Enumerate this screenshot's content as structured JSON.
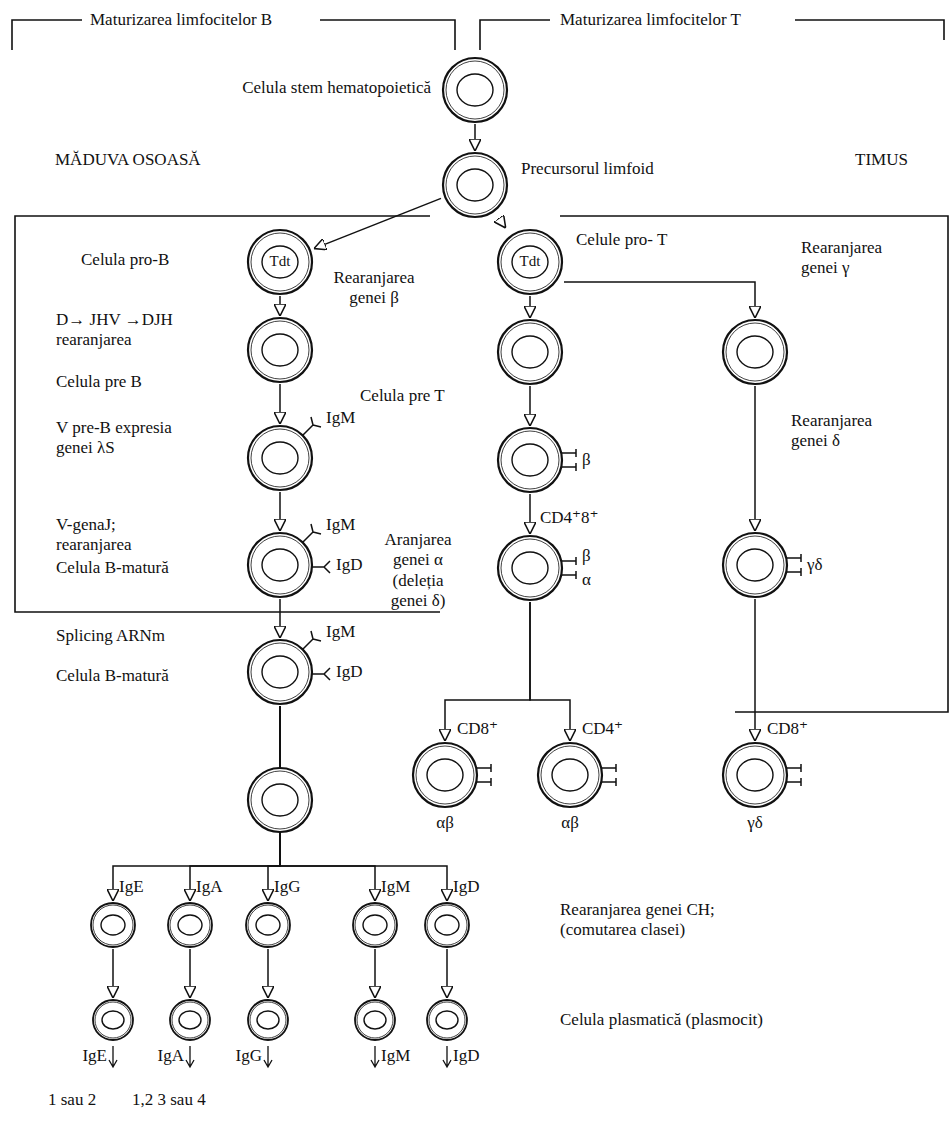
{
  "diagram": {
    "nodes": [
      {
        "text": [
          "Celula stem hematopoietică"
        ]
      },
      {
        "text": [
          "Precursorul limfoid"
        ]
      },
      {
        "text": [
          "Tdt",
          "Celula pro-B"
        ]
      },
      {
        "text": [
          "Tdt",
          "Celule pro- T"
        ]
      },
      {
        "text": [
          "D→ JHV →DJH rearanjarea"
        ]
      },
      {
        "text": [
          "Rearanjarea genei β"
        ]
      },
      {
        "text": [
          "Rearanjarea genei γ"
        ]
      },
      {
        "text": [
          "Celula pre B",
          "IgM",
          "V pre-B expresia genei λS"
        ]
      },
      {
        "text": [
          "Celula pre T",
          "β"
        ]
      },
      {
        "text": [
          "V-genaJ; rearanjarea",
          "IgM",
          "IgD",
          "Celula B-matură"
        ]
      },
      {
        "text": [
          "Aranjarea genei α (deleția genei δ)",
          "CD4⁺8⁺",
          "β",
          "α"
        ]
      },
      {
        "text": [
          "Rearanjarea genei δ",
          "γδ"
        ]
      },
      {
        "text": [
          "Splicing ARNm",
          "IgM",
          "IgD",
          "Celula B-matură"
        ]
      },
      {
        "text": [
          "CD8⁺",
          "αβ"
        ]
      },
      {
        "text": [
          "CD4⁺",
          "αβ"
        ]
      },
      {
        "text": [
          "CD8⁺",
          "γδ"
        ]
      },
      {
        "text": [
          "IgE"
        ]
      },
      {
        "text": [
          "IgA"
        ]
      },
      {
        "text": [
          "IgG"
        ]
      },
      {
        "text": [
          "IgM"
        ]
      },
      {
        "text": [
          "IgD"
        ]
      },
      {
        "text": [
          "IgE"
        ]
      },
      {
        "text": [
          "IgA",
          "1 sau 2"
        ]
      },
      {
        "text": [
          "IgG",
          "1,2 3 sau 4"
        ]
      },
      {
        "text": [
          "IgM"
        ]
      },
      {
        "text": [
          "IgD"
        ]
      }
    ],
    "edges": [
      {
        "from": 0,
        "to": 1,
        "arrow": "to"
      },
      {
        "from": 1,
        "to": 2,
        "arrow": "to"
      },
      {
        "from": 1,
        "to": 3,
        "arrow": "to"
      },
      {
        "from": 2,
        "to": 4,
        "arrow": "to"
      },
      {
        "from": 3,
        "to": 5,
        "arrow": "to"
      },
      {
        "from": 3,
        "to": 6,
        "arrow": "to"
      },
      {
        "from": 4,
        "to": 7,
        "arrow": "to"
      },
      {
        "from": 5,
        "to": 8,
        "arrow": "to"
      },
      {
        "from": 6,
        "to": 11,
        "arrow": "to"
      },
      {
        "from": 7,
        "to": 9,
        "arrow": "to"
      },
      {
        "from": 8,
        "to": 10,
        "arrow": "to"
      },
      {
        "from": 9,
        "to": 12,
        "arrow": "to"
      },
      {
        "from": 10,
        "to": 13,
        "arrow": "to"
      },
      {
        "from": 10,
        "to": 14,
        "arrow": "to"
      },
      {
        "from": 11,
        "to": 15,
        "arrow": "to"
      },
      {
        "from": 12,
        "to": 16,
        "arrow": "to"
      },
      {
        "from": 12,
        "to": 17,
        "arrow": "to"
      },
      {
        "from": 12,
        "to": 18,
        "arrow": "to"
      },
      {
        "from": 12,
        "to": 19,
        "arrow": "to"
      },
      {
        "from": 12,
        "to": 20,
        "arrow": "to"
      },
      {
        "from": 16,
        "to": 21,
        "arrow": "to"
      },
      {
        "from": 17,
        "to": 22,
        "arrow": "to"
      },
      {
        "from": 18,
        "to": 23,
        "arrow": "to"
      },
      {
        "from": 19,
        "to": 24,
        "arrow": "to"
      },
      {
        "from": 20,
        "to": 25,
        "arrow": "to"
      }
    ],
    "labels": [
      "Maturizarea limfocitelor B",
      "Maturizarea limfocitelor T",
      "MĂDUVA OSOASĂ",
      "TIMUS",
      "Rearanjarea genei CH; (comutarea clasei)",
      "Celula plasmatică (plasmocit)"
    ]
  }
}
